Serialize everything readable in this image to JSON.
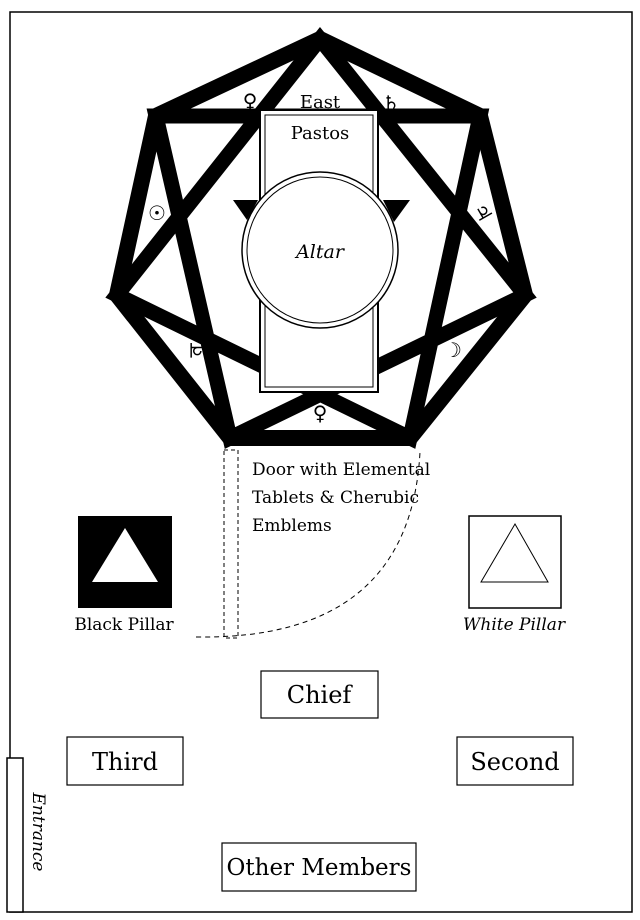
{
  "diagram": {
    "colors": {
      "ink": "#000000",
      "paper": "#ffffff"
    },
    "heptagon_symbols": {
      "top_left": "♀",
      "top_right": "♄",
      "left": "☉",
      "right": "♃",
      "lower_left": "♃",
      "lower_right": "☽",
      "bottom": "♀"
    },
    "labels": {
      "east": "East",
      "pastos": "Pastos",
      "altar": "Altar",
      "door_line1": "Door with Elemental",
      "door_line2": "Tablets & Cherubic",
      "door_line3": "Emblems",
      "black_pillar": "Black Pillar",
      "white_pillar": "White Pillar",
      "chief": "Chief",
      "third": "Third",
      "second": "Second",
      "other_members": "Other Members",
      "entrance": "Entrance"
    }
  }
}
